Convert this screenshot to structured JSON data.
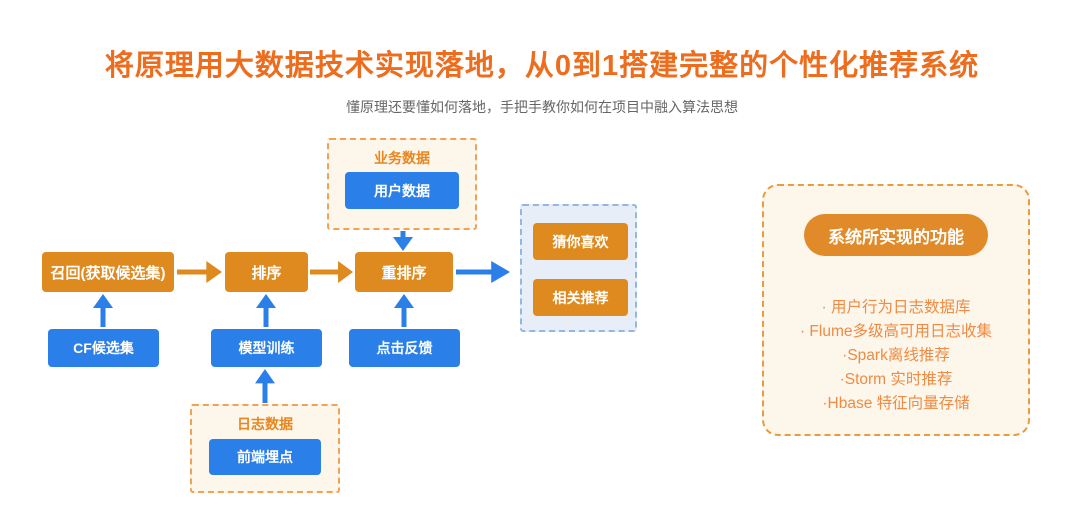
{
  "header": {
    "title": "将原理用大数据技术实现落地，从0到1搭建完整的个性化推荐系统",
    "subtitle": "懂原理还要懂如何落地，手把手教你如何在项目中融入算法思想"
  },
  "diagram": {
    "business_data_group": {
      "label": "业务数据",
      "box": "用户数据"
    },
    "log_data_group": {
      "label": "日志数据",
      "box": "前端埋点"
    },
    "pipeline": [
      "召回(获取候选集)",
      "排序",
      "重排序"
    ],
    "inputs": [
      "CF候选集",
      "模型训练",
      "点击反馈"
    ],
    "outputs": [
      "猜你喜欢",
      "相关推荐"
    ]
  },
  "features_panel": {
    "title": "系统所实现的功能",
    "items": [
      "· 用户行为日志数据库",
      "· Flume多级高可用日志收集",
      "·Spark离线推荐",
      "·Storm 实时推荐",
      "·Hbase 特征向量存储"
    ]
  },
  "colors": {
    "title_orange": "#ED6D1F",
    "subtitle_gray": "#666666",
    "box_orange": "#DE8A1F",
    "box_blue": "#2B7FE8",
    "group_cream_bg": "#FDF6EA",
    "group_orange_border": "#F0A258",
    "group_label_orange": "#E8861F",
    "output_bg": "#E7EEF7",
    "output_border": "#93B8E0",
    "panel_border": "#E99C3E",
    "panel_bg": "#FDF6EA",
    "pill_orange": "#E18A29",
    "list_orange": "#EE8B44"
  }
}
